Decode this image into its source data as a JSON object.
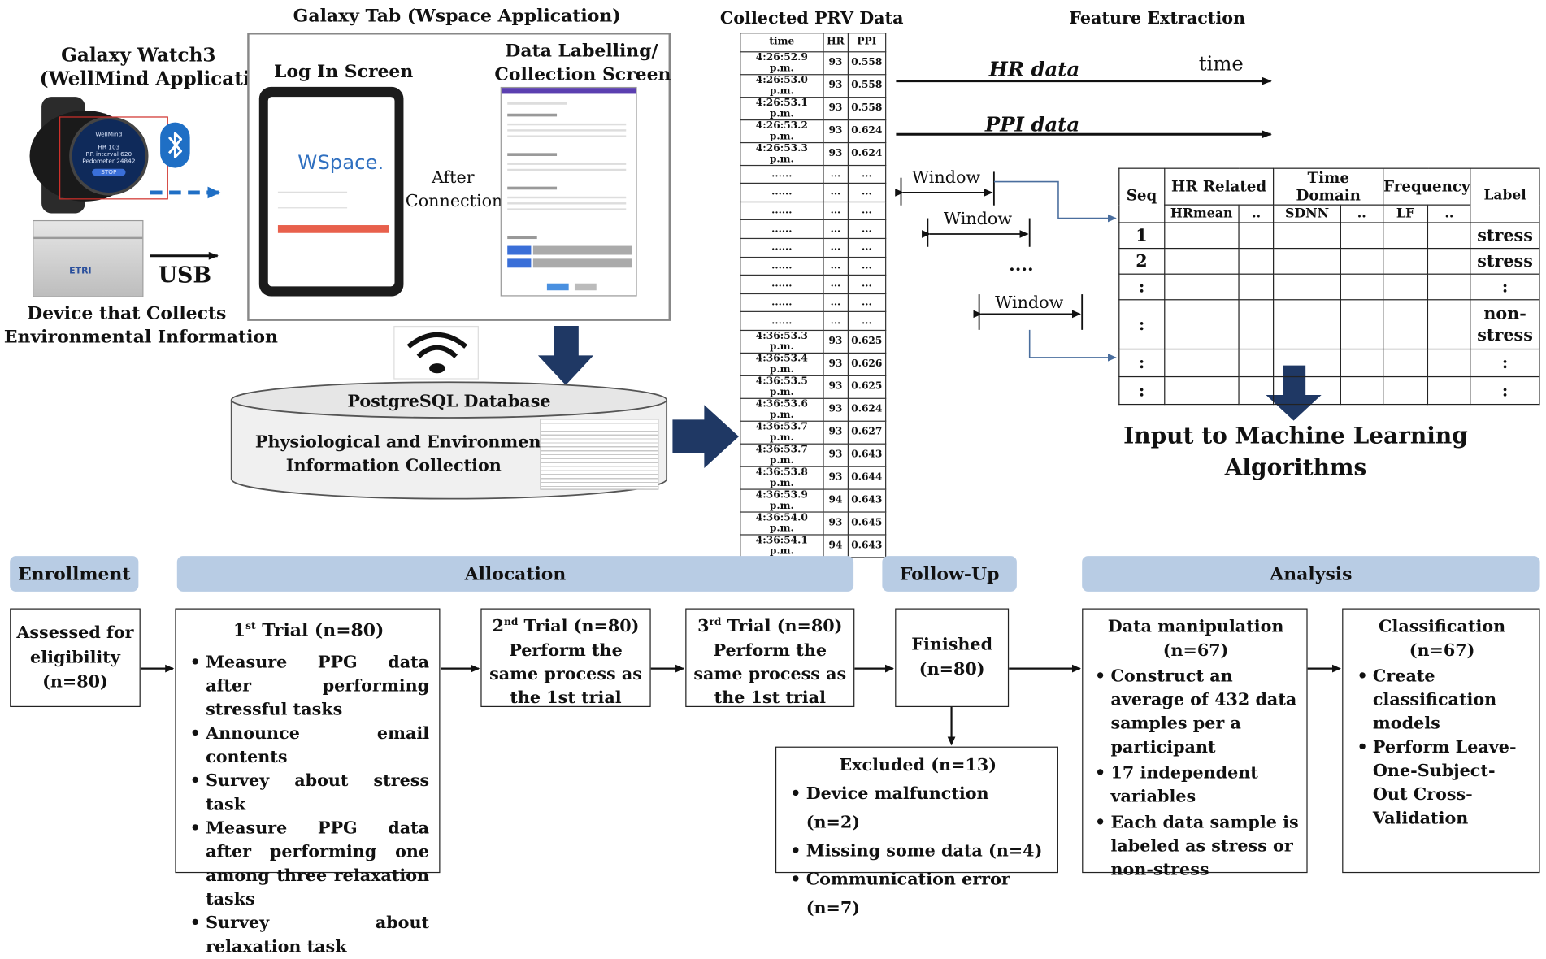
{
  "top": {
    "watch_title_line1": "Galaxy Watch3",
    "watch_title_line2": "(WellMind Application)",
    "watch_screen": {
      "app": "WellMind",
      "line1": "HR 103",
      "line2": "RR interval 620",
      "line3": "Pedometer 24842",
      "button": "STOP"
    },
    "device_logo": "ETRI",
    "usb_label": "USB",
    "device_caption_line1": "Device that Collects",
    "device_caption_line2": "Environmental Information",
    "tab_title": "Galaxy Tab (Wspace Application)",
    "login_title": "Log In Screen",
    "wspace_logo": "WSpace.",
    "after_connection_line1": "After",
    "after_connection_line2": "Connection",
    "labelling_title_line1": "Data Labelling/",
    "labelling_title_line2": "Collection Screen",
    "db_title": "PostgreSQL Database",
    "db_caption_line1": "Physiological and Environment",
    "db_caption_line2": "Information Collection",
    "prv_title": "Collected PRV Data",
    "prv_headers": [
      "time",
      "HR",
      "PPI"
    ],
    "prv_rows": [
      [
        "4:26:52.9 p.m.",
        "93",
        "0.558"
      ],
      [
        "4:26:53.0 p.m.",
        "93",
        "0.558"
      ],
      [
        "4:26:53.1 p.m.",
        "93",
        "0.558"
      ],
      [
        "4:26:53.2 p.m.",
        "93",
        "0.624"
      ],
      [
        "4:26:53.3 p.m.",
        "93",
        "0.624"
      ],
      [
        "......",
        "...",
        "..."
      ],
      [
        "......",
        "...",
        "..."
      ],
      [
        "......",
        "...",
        "..."
      ],
      [
        "......",
        "...",
        "..."
      ],
      [
        "......",
        "...",
        "..."
      ],
      [
        "......",
        "...",
        "..."
      ],
      [
        "......",
        "...",
        "..."
      ],
      [
        "......",
        "...",
        "..."
      ],
      [
        "......",
        "...",
        "..."
      ],
      [
        "4:36:53.3 p.m.",
        "93",
        "0.625"
      ],
      [
        "4:36:53.4 p.m.",
        "93",
        "0.626"
      ],
      [
        "4:36:53.5 p.m.",
        "93",
        "0.625"
      ],
      [
        "4:36:53.6 p.m.",
        "93",
        "0.624"
      ],
      [
        "4:36:53.7 p.m.",
        "93",
        "0.627"
      ],
      [
        "4:36:53.7 p.m.",
        "93",
        "0.643"
      ],
      [
        "4:36:53.8 p.m.",
        "93",
        "0.644"
      ],
      [
        "4:36:53.9 p.m.",
        "94",
        "0.643"
      ],
      [
        "4:36:54.0 p.m.",
        "93",
        "0.645"
      ],
      [
        "4:36:54.1 p.m.",
        "94",
        "0.643"
      ]
    ],
    "fe_title": "Feature Extraction",
    "hr_data": "HR data",
    "time_label": "time",
    "ppi_data": "PPI data",
    "window_label": "Window",
    "window_dots": "....",
    "ft_headers": {
      "seq": "Seq",
      "hr_related": "HR Related",
      "time_domain": "Time Domain",
      "frequency": "Frequency",
      "label": "Label",
      "hrmean": "HRmean",
      "dots": "..",
      "sdnn": "SDNN",
      "lf": "LF"
    },
    "ft_rows": [
      {
        "seq": "1",
        "label": "stress"
      },
      {
        "seq": "2",
        "label": "stress"
      },
      {
        "seq": ":",
        "label": ":"
      },
      {
        "seq": ":",
        "label": "non-stress"
      },
      {
        "seq": ":",
        "label": ":"
      },
      {
        "seq": ":",
        "label": ":"
      }
    ],
    "ml_line1": "Input to Machine Learning",
    "ml_line2": "Algorithms"
  },
  "bottom": {
    "stages": [
      "Enrollment",
      "Allocation",
      "Follow-Up",
      "Analysis"
    ],
    "assessed": [
      "Assessed for",
      "eligibility",
      "(n=80)"
    ],
    "trial1_ord": "1",
    "trial1_sup": "st",
    "trial1_rest": " Trial (n=80)",
    "trial1_items": [
      "Measure PPG data after performing stressful tasks",
      "Announce email contents",
      "Survey about stress task",
      "Measure PPG data after performing one among three relaxation tasks",
      "Survey about relaxation task"
    ],
    "trial2_ord": "2",
    "trial2_sup": "nd",
    "trial2_rest": " Trial (n=80)",
    "trial3_ord": "3",
    "trial3_sup": "rd",
    "trial3_rest": " Trial (n=80)",
    "trial_same": [
      "Perform the",
      "same process as",
      "the 1st trial"
    ],
    "finished": [
      "Finished",
      "(n=80)"
    ],
    "excluded_title": "Excluded (n=13)",
    "excluded_items": [
      "Device malfunction (n=2)",
      "Missing some data (n=4)",
      "Communication error (n=7)"
    ],
    "manip_title": [
      "Data manipulation",
      "(n=67)"
    ],
    "manip_items": [
      "Construct an average of 432 data samples per a participant",
      "17 independent variables",
      "Each data sample is labeled as stress or non-stress"
    ],
    "class_title": [
      "Classification",
      "(n=67)"
    ],
    "class_items": [
      "Create classification models",
      "Perform Leave-One-Subject-Out Cross-Validation"
    ]
  },
  "colors": {
    "arrow_blue": "#1f3864",
    "stage_fill": "#b8cce4",
    "bluetooth_blue": "#1f6fc5",
    "login_red": "#e8604c"
  }
}
